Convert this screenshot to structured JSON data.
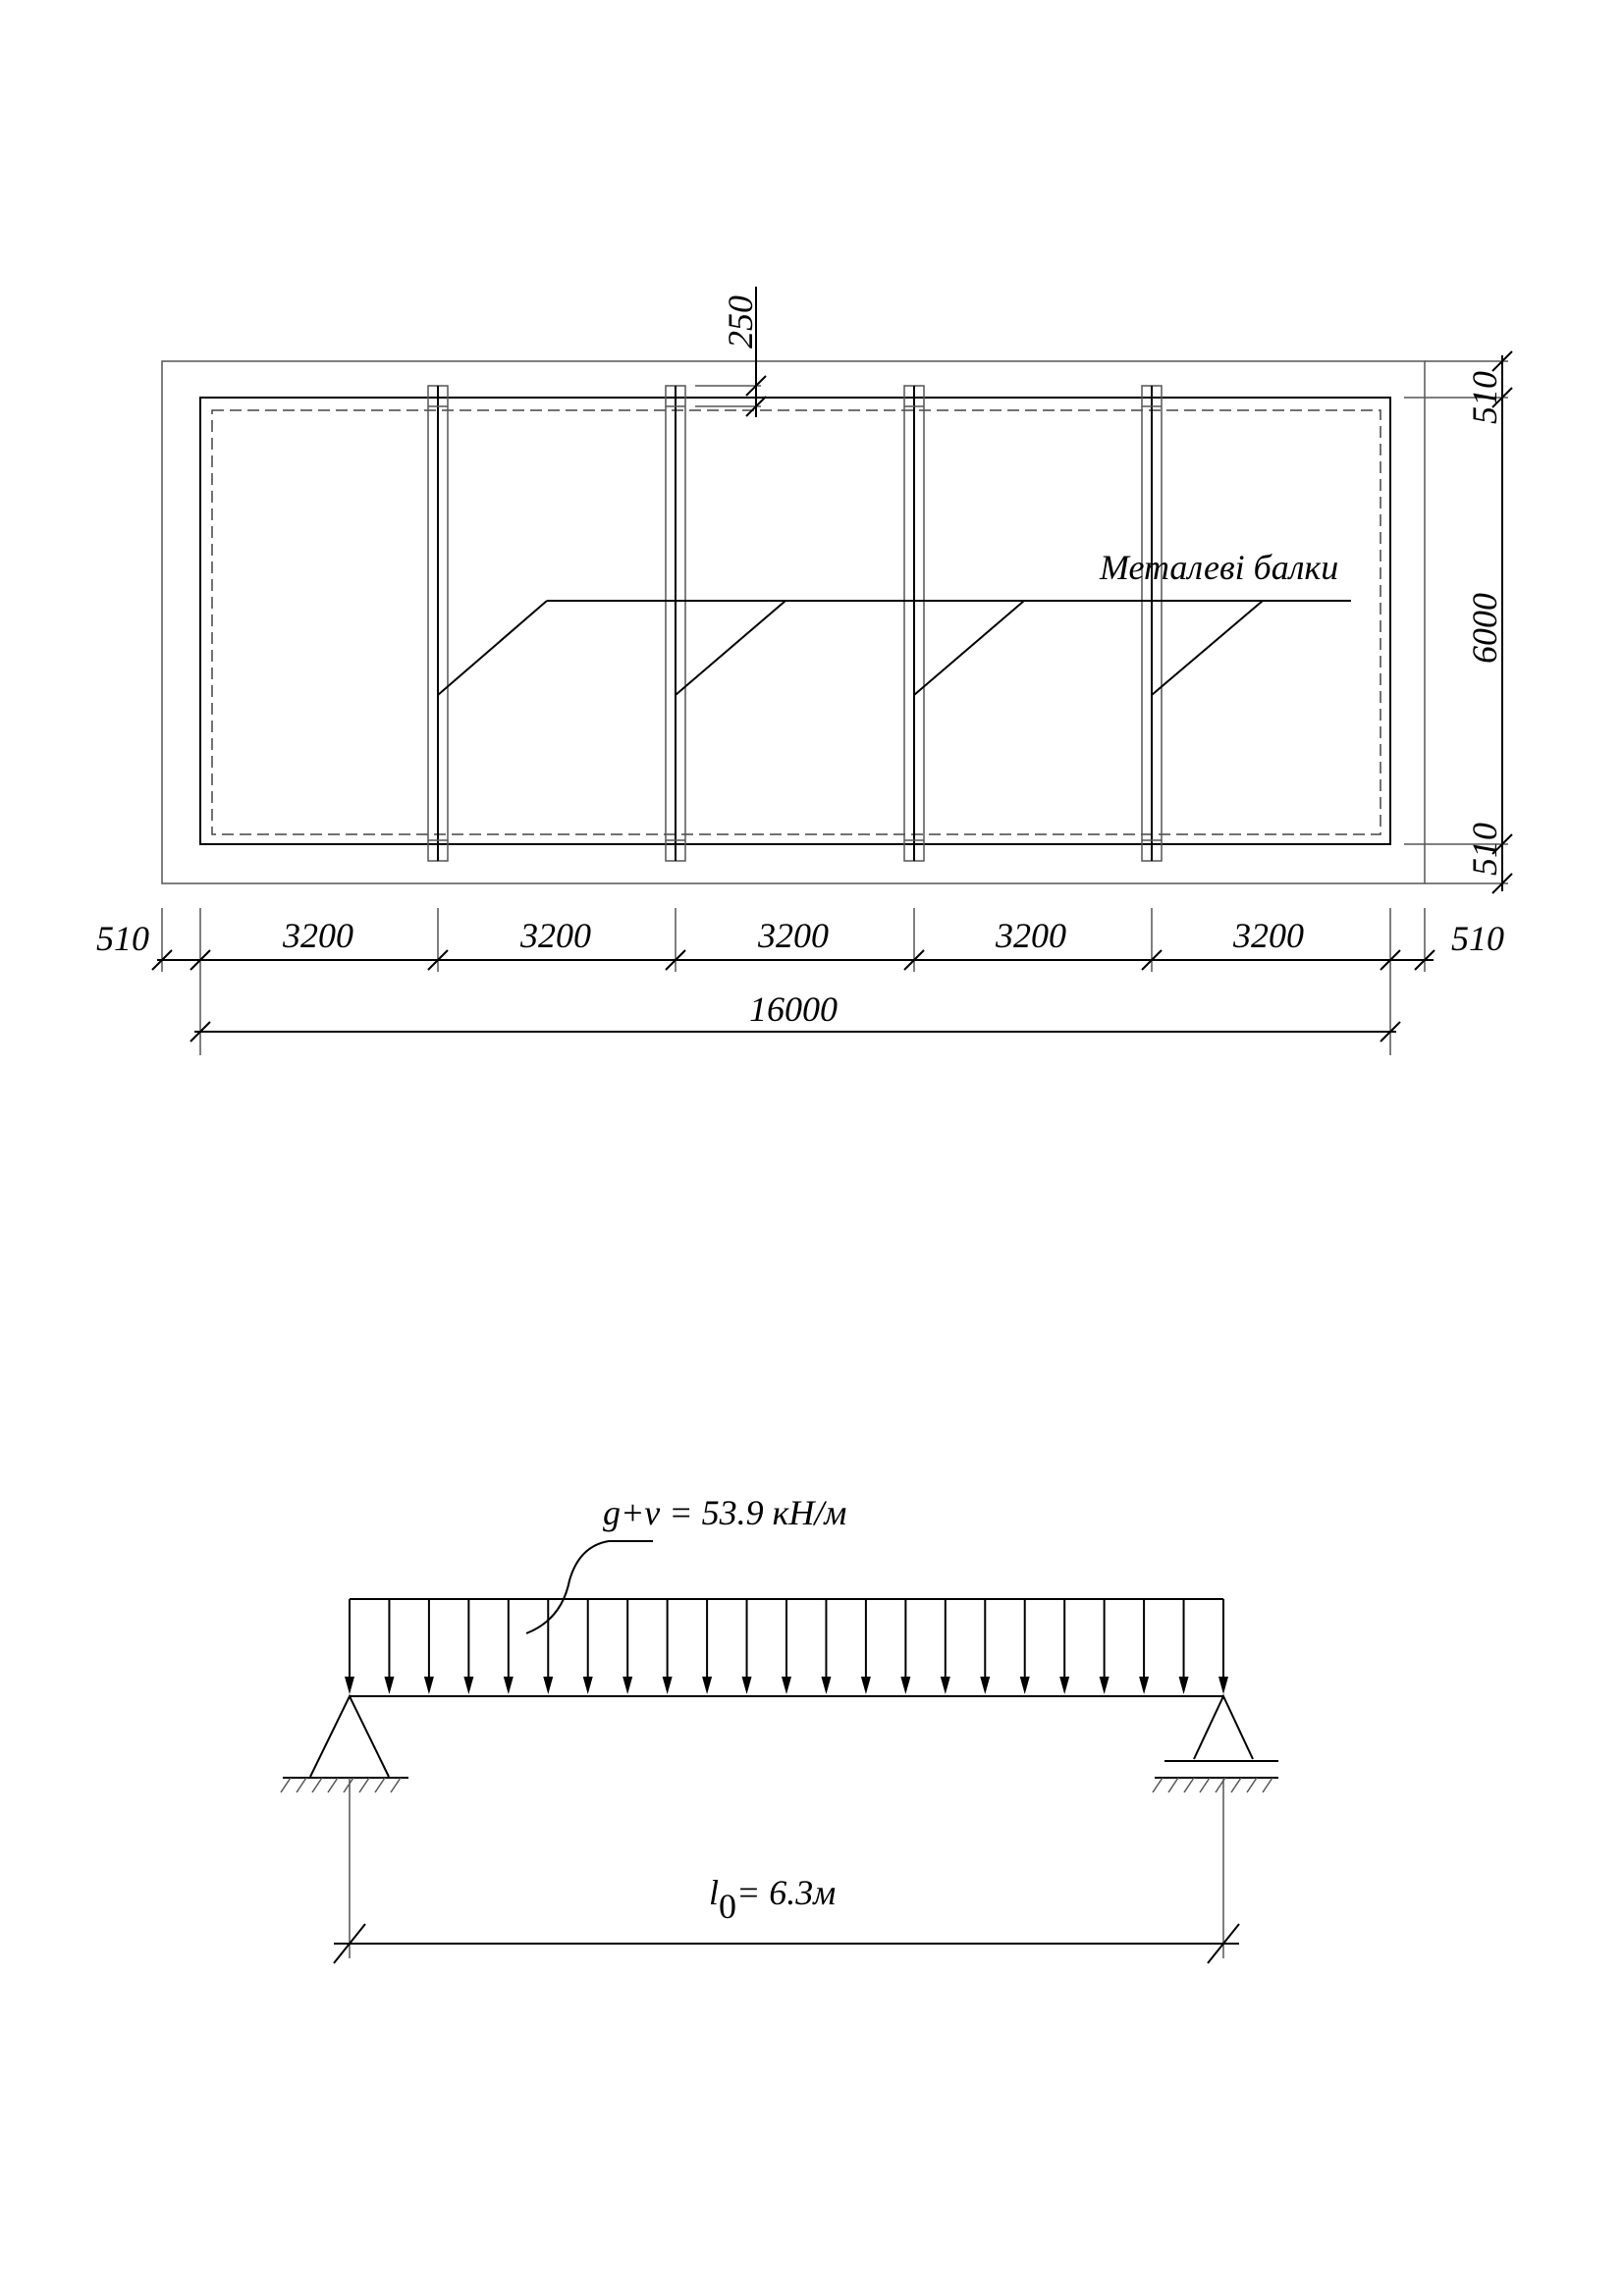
{
  "plan": {
    "dim_top": "250",
    "dim_right_top": "510",
    "dim_right_mid": "6000",
    "dim_right_bottom": "510",
    "dim_left_edge": "510",
    "dim_right_edge": "510",
    "spans": [
      "3200",
      "3200",
      "3200",
      "3200",
      "3200"
    ],
    "total": "16000",
    "callout": "Металеві балки"
  },
  "beam": {
    "load_label": "g+v = 53.9  кН/м",
    "span_label_l": "l",
    "span_label_sub": "0",
    "span_label_rest": "= 6.3м"
  }
}
